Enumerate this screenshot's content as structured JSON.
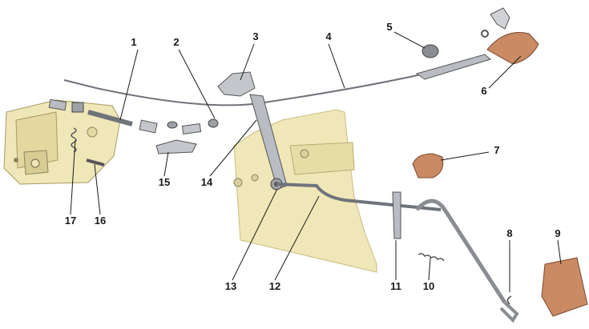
{
  "colors": {
    "background": "#ffffff",
    "panel": "#efe7b8",
    "metal": "#b9bcc2",
    "metal_dark": "#6f737a",
    "rubber": "#c98a64",
    "leader": "#1a1a1a"
  },
  "callouts": [
    {
      "id": "1",
      "label": "1"
    },
    {
      "id": "2",
      "label": "2"
    },
    {
      "id": "3",
      "label": "3"
    },
    {
      "id": "4",
      "label": "4"
    },
    {
      "id": "5",
      "label": "5"
    },
    {
      "id": "6",
      "label": "6"
    },
    {
      "id": "7",
      "label": "7"
    },
    {
      "id": "8",
      "label": "8"
    },
    {
      "id": "9",
      "label": "9"
    },
    {
      "id": "10",
      "label": "10"
    },
    {
      "id": "11",
      "label": "11"
    },
    {
      "id": "12",
      "label": "12"
    },
    {
      "id": "13",
      "label": "13"
    },
    {
      "id": "14",
      "label": "14"
    },
    {
      "id": "15",
      "label": "15"
    },
    {
      "id": "16",
      "label": "16"
    },
    {
      "id": "17",
      "label": "17"
    }
  ]
}
